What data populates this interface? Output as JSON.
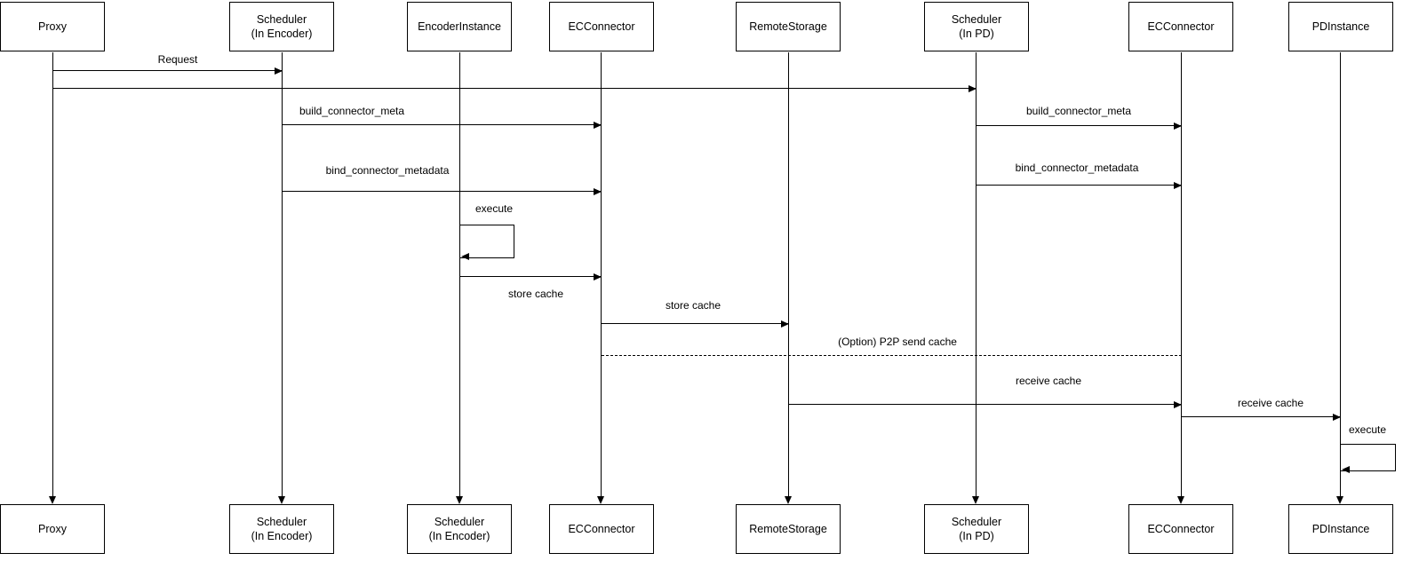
{
  "colors": {
    "background": "#ffffff",
    "line": "#000000",
    "box_fill": "#ffffff",
    "box_border": "#000000",
    "text": "#000000"
  },
  "lifelines": [
    {
      "id": "proxy",
      "top_label": {
        "line1": "Proxy",
        "line2": ""
      },
      "bottom_label": {
        "line1": "Proxy",
        "line2": ""
      }
    },
    {
      "id": "scheduler-in-encoder",
      "top_label": {
        "line1": "Scheduler",
        "line2": "(In Encoder)"
      },
      "bottom_label": {
        "line1": "Scheduler",
        "line2": "(In Encoder)"
      }
    },
    {
      "id": "encoder-instance",
      "top_label": {
        "line1": "EncoderInstance",
        "line2": ""
      },
      "bottom_label": {
        "line1": "Scheduler",
        "line2": "(In Encoder)"
      }
    },
    {
      "id": "ec-connector",
      "top_label": {
        "line1": "ECConnector",
        "line2": ""
      },
      "bottom_label": {
        "line1": "ECConnector",
        "line2": ""
      }
    },
    {
      "id": "remote-storage",
      "top_label": {
        "line1": "RemoteStorage",
        "line2": ""
      },
      "bottom_label": {
        "line1": "RemoteStorage",
        "line2": ""
      }
    },
    {
      "id": "scheduler-in-pd",
      "top_label": {
        "line1": "Scheduler",
        "line2": "(In PD)"
      },
      "bottom_label": {
        "line1": "Scheduler",
        "line2": "(In PD)"
      }
    },
    {
      "id": "ec-connector-pd",
      "top_label": {
        "line1": "ECConnector",
        "line2": ""
      },
      "bottom_label": {
        "line1": "ECConnector",
        "line2": ""
      }
    },
    {
      "id": "pd-instance",
      "top_label": {
        "line1": "PDInstance",
        "line2": ""
      },
      "bottom_label": {
        "line1": "PDInstance",
        "line2": ""
      }
    }
  ],
  "messages": [
    {
      "label": "Request",
      "from": "Proxy",
      "to": "Scheduler (In Encoder)",
      "style": "solid"
    },
    {
      "label": "",
      "from": "Proxy",
      "to": "Scheduler (In PD)",
      "style": "solid"
    },
    {
      "label": "build_connector_meta",
      "from": "Scheduler (In Encoder)",
      "to": "ECConnector",
      "style": "solid"
    },
    {
      "label": "build_connector_meta",
      "from": "Scheduler (In PD)",
      "to": "ECConnector (PD side)",
      "style": "solid"
    },
    {
      "label": "bind_connector_metadata",
      "from": "Scheduler (In PD)",
      "to": "ECConnector (PD side)",
      "style": "solid"
    },
    {
      "label": "bind_connector_metadata",
      "from": "Scheduler (In Encoder)",
      "to": "ECConnector",
      "style": "solid"
    },
    {
      "label": "execute",
      "from": "EncoderInstance",
      "to": "EncoderInstance",
      "style": "self"
    },
    {
      "label": "store cache",
      "from": "EncoderInstance",
      "to": "ECConnector",
      "style": "solid"
    },
    {
      "label": "store cache",
      "from": "ECConnector",
      "to": "RemoteStorage",
      "style": "solid"
    },
    {
      "label": "(Option) P2P send cache",
      "from": "ECConnector",
      "to": "ECConnector (PD side)",
      "style": "dashed"
    },
    {
      "label": "receive cache",
      "from": "RemoteStorage",
      "to": "ECConnector (PD side)",
      "style": "solid"
    },
    {
      "label": "receive cache",
      "from": "ECConnector (PD side)",
      "to": "PDInstance",
      "style": "solid"
    },
    {
      "label": "execute",
      "from": "PDInstance",
      "to": "PDInstance",
      "style": "self"
    }
  ]
}
